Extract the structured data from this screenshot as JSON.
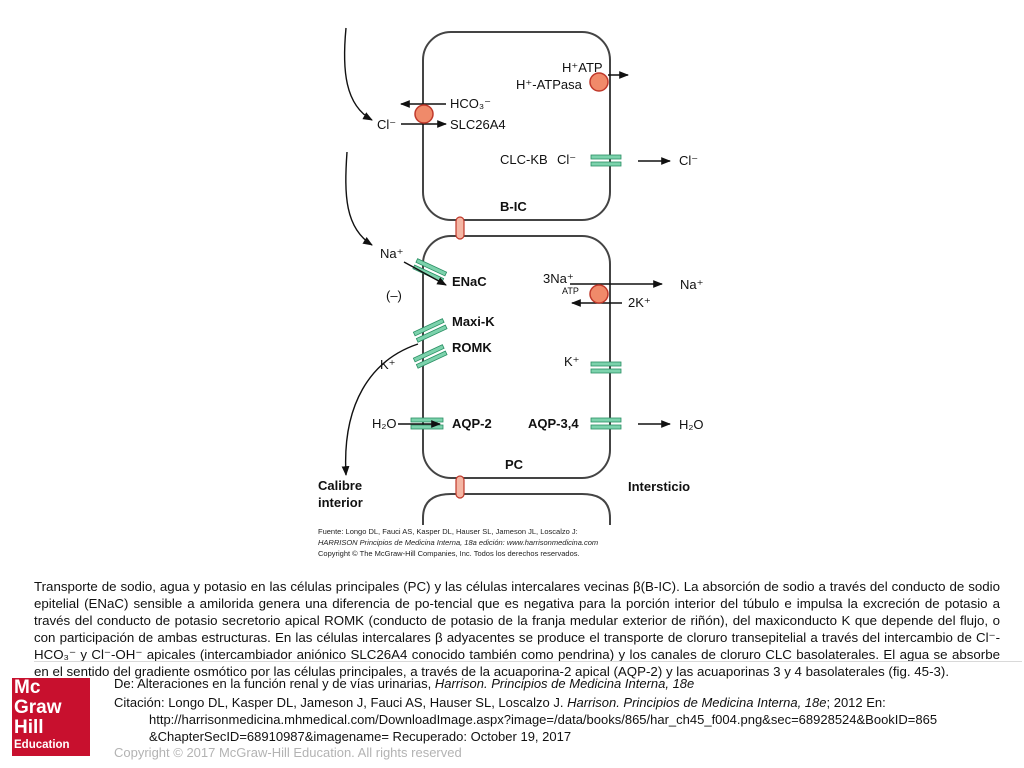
{
  "diagram": {
    "bic": {
      "h_atp": "H⁺ATP",
      "h_atpase": "H⁺-ATPasa",
      "hco3": "HCO₃⁻",
      "cl_left": "Cl⁻",
      "slc26a4": "SLC26A4",
      "clc_kb": "CLC-KB",
      "cl_inside": "Cl⁻",
      "cl_right": "Cl⁻",
      "cell_label": "B-IC"
    },
    "pc": {
      "na_in": "Na⁺",
      "enac": "ENaC",
      "minus": "(–)",
      "maxik": "Maxi-K",
      "romk": "ROMK",
      "k_out": "K⁺",
      "h2o_left": "H₂O",
      "aqp2": "AQP-2",
      "na3": "3Na⁺",
      "atp": "ATP",
      "na_right": "Na⁺",
      "k2": "2K⁺",
      "k_baso": "K⁺",
      "aqp34": "AQP-3,4",
      "h2o_right": "H₂O",
      "cell_label": "PC"
    },
    "lumen_label": "Calibre interior",
    "interstitium_label": "Intersticio",
    "source_line1": "Fuente: Longo DL, Fauci AS, Kasper DL, Hauser SL, Jameson JL, Loscalzo J:",
    "source_line2": "HARRISON Principios de Medicina Interna, 18a edición: www.harrisonmedicina.com",
    "source_line3": "Copyright © The McGraw-Hill Companies, Inc. Todos los derechos reservados."
  },
  "caption": "Transporte de sodio, agua y potasio en las células principales (PC) y las células intercalares vecinas β(B-IC). La absorción de sodio a través del conducto de sodio epitelial (ENaC) sensible a amilorida genera una diferencia de po-tencial que es negativa para la porción interior del túbulo e impulsa la excreción de potasio a través del conducto de potasio secretorio apical ROMK (conducto de potasio de la franja medular exterior de riñón), del maxiconducto K que depende del flujo, o con participación de ambas estructuras. En las células intercalares β adyacentes se produce el transporte de cloruro transepitelial a través del intercambio de Cl⁻-HCO₃⁻ y Cl⁻-OH⁻ apicales (intercambiador aniónico SLC26A4 conocido también como pendrina) y los canales de cloruro CLC basolaterales. El agua se absorbe en el sentido del gradiente osmótico por las células principales, a través de la acuaporina-2 apical (AQP-2) y las acuaporinas 3 y 4 basolaterales (fig. 45-3).",
  "from_prefix": "De: Alteraciones en la función renal y de vías urinarias,",
  "from_book": "Harrison. Principios de Medicina Interna, 18e",
  "citation_prefix": "Citación: Longo DL, Kasper DL, Jameson J, Fauci AS, Hauser SL, Loscalzo J.",
  "citation_book": "Harrison. Principios de Medicina Interna, 18e",
  "citation_suffix": "; 2012 En:",
  "citation_url": "http://harrisonmedicina.mhmedical.com/DownloadImage.aspx?image=/data/books/865/har_ch45_f004.png&sec=68928524&BookID=865",
  "citation_url2": "&ChapterSecID=68910987&imagename= Recuperado: October 19, 2017",
  "copyright": "Copyright © 2017 McGraw-Hill Education. All rights reserved",
  "logo": {
    "line1": "Mc",
    "line2": "Graw",
    "line3": "Hill",
    "line4": "Education"
  }
}
